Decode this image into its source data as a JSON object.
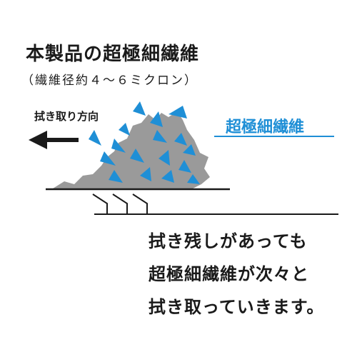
{
  "heading": {
    "title": "本製品の超極細繊維",
    "subtitle": "（繊維径約４～６ミクロン）"
  },
  "diagram": {
    "direction_label": "拭き取り方向",
    "fiber_label": "超極細繊維",
    "colors": {
      "fiber_blue": "#1f8fd6",
      "dirt_gray": "#9a9a9a",
      "line_dark": "#1a1a1a"
    },
    "icons": [
      "left-arrow-icon",
      "fiber-spike-icon",
      "dirt-mass-icon"
    ]
  },
  "body": {
    "lines": [
      "拭き残しがあっても",
      "超極細繊維が次々と",
      "拭き取っていきます。"
    ]
  }
}
